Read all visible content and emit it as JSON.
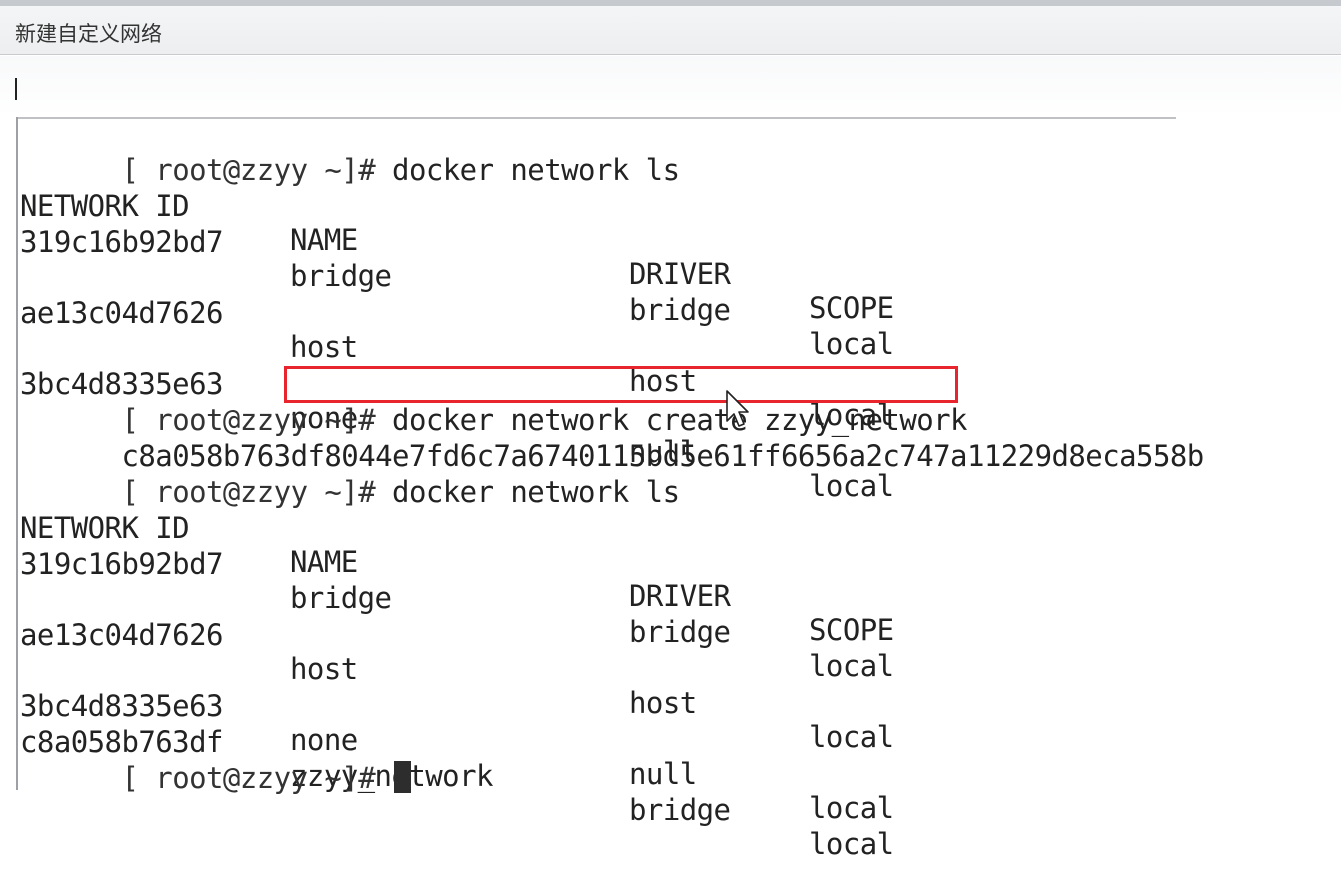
{
  "title": "新建自定义网络",
  "terminal": {
    "prompt": "[ root@zzyy ~]# ",
    "commands": {
      "ls1": "docker network ls",
      "create": "docker network create zzyy_network",
      "ls2": "docker network ls"
    },
    "create_output": "c8a058b763df8044e7fd6c7a6740115bd5e61ff6656a2c747a11229d8eca558b",
    "headers": [
      "NETWORK ID",
      "NAME",
      "DRIVER",
      "SCOPE"
    ],
    "table1": [
      [
        "319c16b92bd7",
        "bridge",
        "bridge",
        "local"
      ],
      [
        "ae13c04d7626",
        "host",
        "host",
        "local"
      ],
      [
        "3bc4d8335e63",
        "none",
        "null",
        "local"
      ]
    ],
    "table2": [
      [
        "319c16b92bd7",
        "bridge",
        "bridge",
        "local"
      ],
      [
        "ae13c04d7626",
        "host",
        "host",
        "local"
      ],
      [
        "3bc4d8335e63",
        "none",
        "null",
        "local"
      ],
      [
        "c8a058b763df",
        "zzyy_network",
        "bridge",
        "local"
      ]
    ]
  },
  "colors": {
    "highlight": "#e8242c",
    "text": "#222222"
  },
  "icons": {
    "pointer": "mouse-pointer-icon",
    "cursor": "terminal-cursor"
  }
}
